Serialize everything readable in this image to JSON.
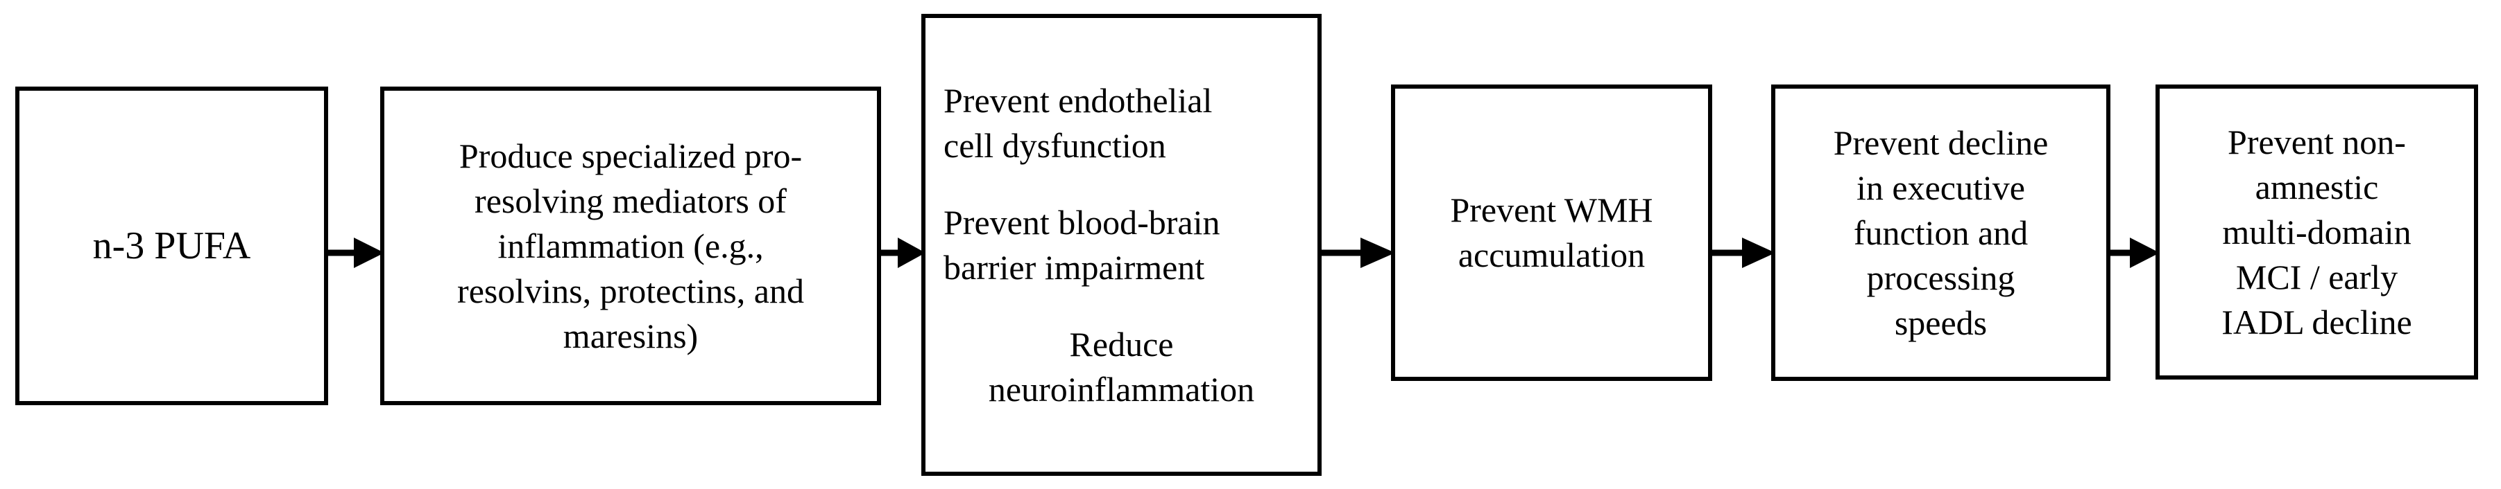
{
  "diagram": {
    "title": "n-3 PUFA mechanistic pathway flowchart",
    "orientation": "left-to-right",
    "background_color": "#FFFFFF",
    "stroke_color": "#000000",
    "node_count": 6,
    "arrow_count": 5,
    "nodes": [
      {
        "id": "node-1",
        "shape": "rectangle",
        "text_align": "center",
        "paragraphs": [
          {
            "align": "center",
            "lines": [
              "n-3 PUFA"
            ]
          }
        ]
      },
      {
        "id": "node-2",
        "shape": "rectangle",
        "text_align": "center",
        "paragraphs": [
          {
            "align": "center",
            "lines": [
              "Produce specialized pro-",
              "resolving mediators of",
              "inflammation (e.g.,",
              "resolvins, protectins, and",
              "maresins)"
            ]
          }
        ]
      },
      {
        "id": "node-3",
        "shape": "rectangle",
        "text_align": "mixed",
        "paragraphs": [
          {
            "align": "left",
            "lines": [
              "Prevent endothelial",
              "cell dysfunction"
            ]
          },
          {
            "align": "left",
            "lines": [
              "Prevent blood-brain",
              "barrier impairment"
            ]
          },
          {
            "align": "center",
            "lines": [
              "Reduce",
              "neuroinflammation"
            ]
          }
        ]
      },
      {
        "id": "node-4",
        "shape": "rectangle",
        "text_align": "center",
        "paragraphs": [
          {
            "align": "center",
            "lines": [
              "Prevent WMH",
              "accumulation"
            ]
          }
        ]
      },
      {
        "id": "node-5",
        "shape": "rectangle",
        "text_align": "center",
        "paragraphs": [
          {
            "align": "center",
            "lines": [
              "Prevent decline",
              "in executive",
              "function and",
              "processing",
              "speeds"
            ]
          }
        ]
      },
      {
        "id": "node-6",
        "shape": "rectangle",
        "text_align": "center",
        "paragraphs": [
          {
            "align": "center",
            "lines": [
              "Prevent non-",
              "amnestic",
              "multi-domain",
              "MCI / early",
              "IADL decline"
            ]
          }
        ]
      }
    ],
    "arrows": [
      {
        "id": "arrow-1",
        "from": "node-1",
        "to": "node-2",
        "style": "solid-filled-head",
        "direction": "right"
      },
      {
        "id": "arrow-2",
        "from": "node-2",
        "to": "node-3",
        "style": "solid-filled-head",
        "direction": "right"
      },
      {
        "id": "arrow-3",
        "from": "node-3",
        "to": "node-4",
        "style": "solid-filled-head",
        "direction": "right"
      },
      {
        "id": "arrow-4",
        "from": "node-4",
        "to": "node-5",
        "style": "solid-filled-head",
        "direction": "right"
      },
      {
        "id": "arrow-5",
        "from": "node-5",
        "to": "node-6",
        "style": "solid-filled-head",
        "direction": "right"
      }
    ]
  }
}
